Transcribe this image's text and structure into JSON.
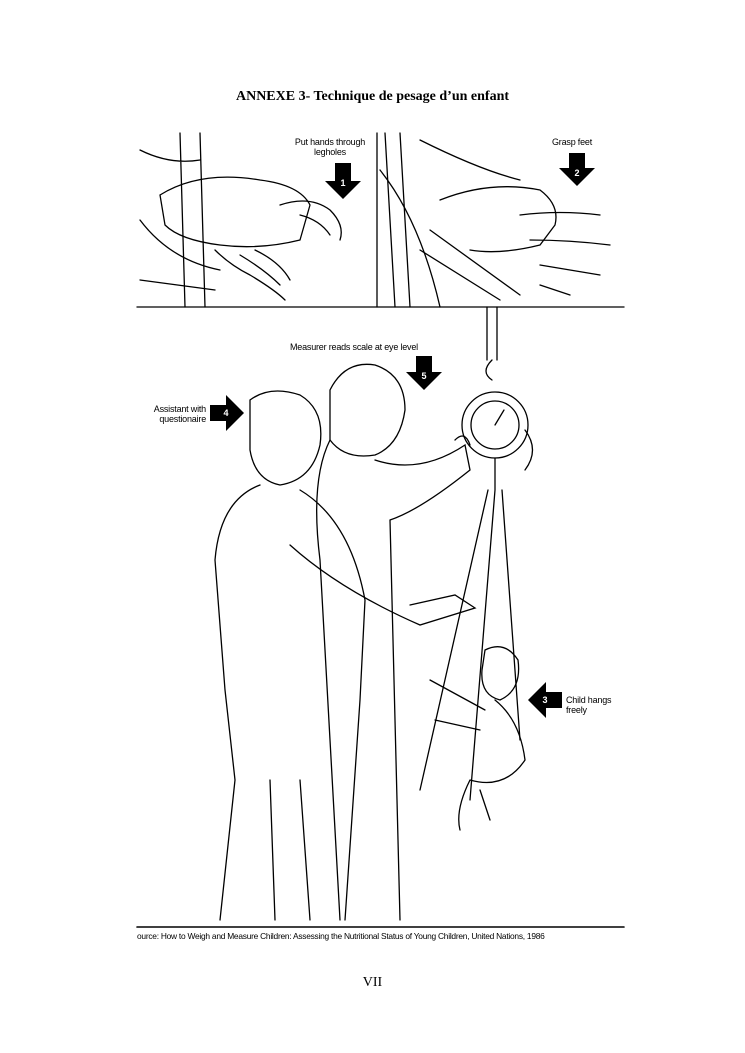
{
  "title": "ANNEXE 3- Technique de pesage d’un enfant",
  "figure": {
    "steps": [
      {
        "number": "1",
        "label": "Put hands through legholes",
        "line1": "Put hands through",
        "line2": "legholes"
      },
      {
        "number": "2",
        "label": "Grasp feet"
      },
      {
        "number": "3",
        "label": "Child hangs freely",
        "line1": "Child hangs",
        "line2": "freely"
      },
      {
        "number": "4",
        "label": "Assistant with questionaire",
        "line1": "Assistant with",
        "line2": "questionaire"
      },
      {
        "number": "5",
        "label": "Measurer reads scale at eye level"
      }
    ],
    "source": "ource: How to Weigh and Measure Children: Assessing the Nutritional Status of Young Children, United Nations, 1986"
  },
  "page_number": "VII"
}
